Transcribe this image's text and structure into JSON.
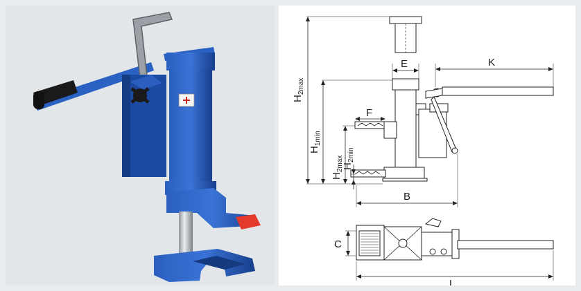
{
  "photo": {
    "icon": "blue-toe-jack-photo"
  },
  "drawing": {
    "labels": {
      "h2max_left": {
        "base": "H",
        "sub": "2max"
      },
      "h1min": {
        "base": "H",
        "sub": "1min"
      },
      "h2max_inner": {
        "base": "H",
        "sub": "2max"
      },
      "h2min": {
        "base": "H",
        "sub": "2min"
      },
      "e": "E",
      "k": "K",
      "f": "F",
      "b": "B",
      "c": "C",
      "l": "L"
    }
  },
  "colors": {
    "jack_blue": "#1f4fa8",
    "jack_blue_dark": "#163a80",
    "jack_red": "#e23a2c",
    "line": "#222222",
    "background": "#e9ecee"
  }
}
